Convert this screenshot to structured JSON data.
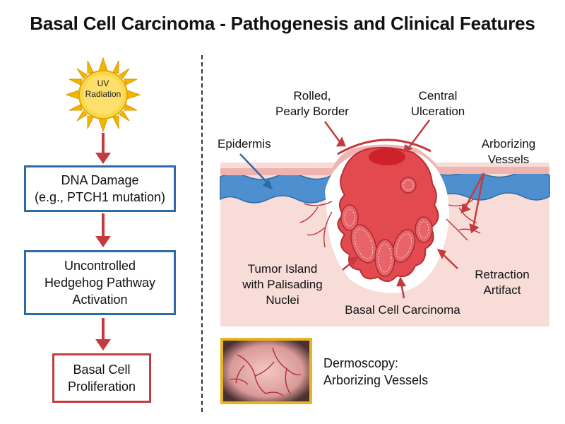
{
  "title": "Basal Cell Carcinoma - Pathogenesis and Clinical Features",
  "pathway": {
    "sun_label_line1": "UV",
    "sun_label_line2": "Radiation",
    "step1_line1": "DNA Damage",
    "step1_line2": "(e.g., PTCH1 mutation)",
    "step2_line1": "Uncontrolled",
    "step2_line2": "Hedgehog Pathway",
    "step2_line3": "Activation",
    "step3_line1": "Basal Cell",
    "step3_line2": "Proliferation"
  },
  "illustration": {
    "rolled_border_line1": "Rolled,",
    "rolled_border_line2": "Pearly Border",
    "central_ulceration_line1": "Central",
    "central_ulceration_line2": "Ulceration",
    "epidermis": "Epidermis",
    "arborizing_vessels_line1": "Arborizing",
    "arborizing_vessels_line2": "Vessels",
    "tumor_island_line1": "Tumor Island",
    "tumor_island_line2": "with Palisading",
    "tumor_island_line3": "Nuclei",
    "retraction_artifact_line1": "Retraction",
    "retraction_artifact_line2": "Artifact",
    "bcc_label": "Basal Cell Carcinoma"
  },
  "dermoscopy": {
    "line1": "Dermoscopy:",
    "line2": "Arborizing Vessels"
  },
  "colors": {
    "blue_border": "#2e6aa3",
    "red_border": "#c43b3d",
    "arrow_red": "#c43b3d",
    "sun_yellow": "#f7c51e",
    "frame_gold": "#e8b420"
  }
}
